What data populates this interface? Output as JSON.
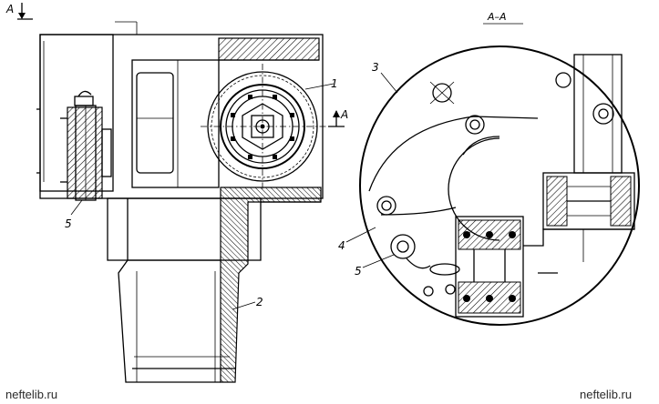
{
  "section_marker": "A",
  "section_title": "A–A",
  "callouts": {
    "c1": "1",
    "c2": "2",
    "c3": "3",
    "c4": "4",
    "c5_left": "5",
    "c5_right": "5"
  },
  "watermark_left": "neftelib.ru",
  "watermark_right": "neftelib.ru"
}
